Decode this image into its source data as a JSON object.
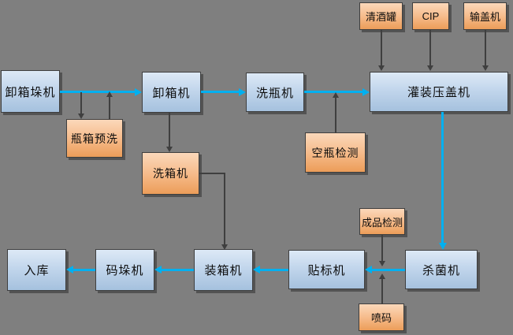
{
  "diagram": {
    "description": "Bottling line process flow diagram",
    "colors": {
      "background": "#7f7f7f",
      "main_node_fill_top": "#dde9f6",
      "main_node_fill_bottom": "#a5c1de",
      "aux_node_fill_top": "#fbd8ba",
      "aux_node_fill_bottom": "#ec9d59",
      "node_border": "#3f3f3f",
      "main_flow_arrow": "#00b0f0",
      "aux_arrow": "#3f3f3f",
      "label_text": "#0d0d0d"
    },
    "nodes": {
      "depalletizer": {
        "label": "卸箱垛机"
      },
      "decrater": {
        "label": "卸箱机"
      },
      "bottle_washer": {
        "label": "洗瓶机"
      },
      "filler_capper": {
        "label": "灌装压盖机"
      },
      "crate_prewash": {
        "label": "瓶箱预洗"
      },
      "crate_washer": {
        "label": "洗箱机"
      },
      "empty_bottle_inspection": {
        "label": "空瓶检测"
      },
      "bright_beer_tank": {
        "label": "清酒罐"
      },
      "cip": {
        "label": "CIP"
      },
      "cap_feeder": {
        "label": "输盖机"
      },
      "warehouse": {
        "label": "入库"
      },
      "palletizer": {
        "label": "码垛机"
      },
      "case_packer": {
        "label": "装箱机"
      },
      "labeler": {
        "label": "贴标机"
      },
      "sterilizer": {
        "label": "杀菌机"
      },
      "finished_product_inspection": {
        "label": "成品检测"
      },
      "inkjet_coder": {
        "label": "喷码"
      }
    },
    "flows": [
      "卸箱垛机 → 卸箱机",
      "卸箱机 → 洗瓶机",
      "洗瓶机 → 灌装压盖机",
      "灌装压盖机 → 杀菌机",
      "杀菌机 → 贴标机",
      "贴标机 → 装箱机",
      "装箱机 → 码垛机",
      "码垛机 → 入库",
      "卸箱垛机 ↔ 瓶箱预洗",
      "卸箱机 → 洗箱机",
      "洗箱机 → 装箱机",
      "空瓶检测 → 洗瓶机-灌装压盖机输送线",
      "清酒罐 → 灌装压盖机",
      "CIP → 灌装压盖机",
      "输盖机 → 灌装压盖机",
      "成品检测 → 杀菌机-贴标机输送线",
      "喷码 → 杀菌机-贴标机输送线"
    ]
  }
}
